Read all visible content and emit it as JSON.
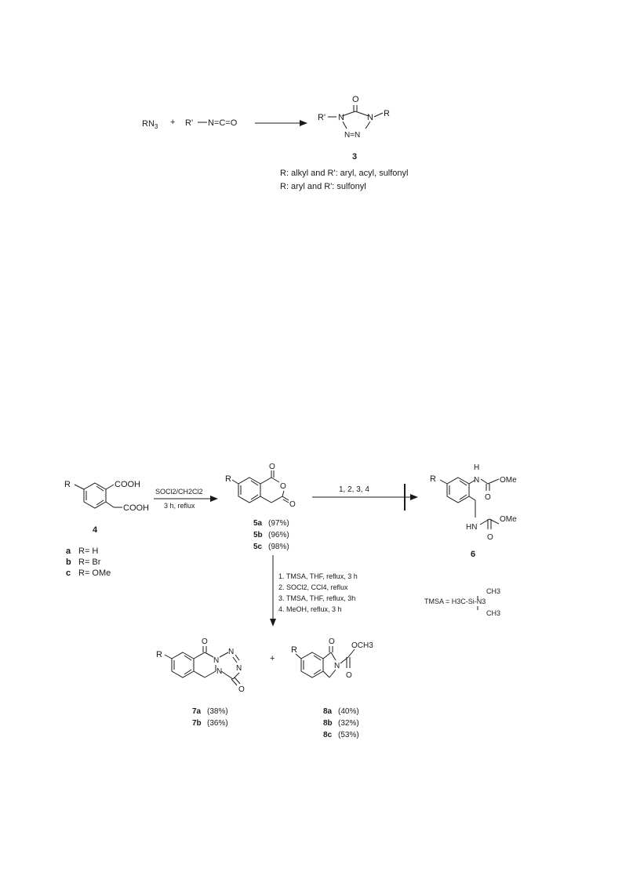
{
  "scheme1": {
    "reactant_azide": "RN",
    "reactant_azide_sub": "3",
    "plus": "+",
    "isocyanate_rprime": "R'",
    "isocyanate_group": "N=C=O",
    "product_O": "O",
    "product_Rprime": "R'",
    "product_N1": "N",
    "product_N4": "N",
    "product_R": "R",
    "product_ring_N": "N=N",
    "product_label": "3",
    "note_line1": "R: alkyl and  R': aryl, acyl, sulfonyl",
    "note_line2": "R: aryl and R': sulfonyl"
  },
  "scheme2": {
    "compound4": {
      "R": "R",
      "cooh_top": "COOH",
      "cooh_bottom": "COOH",
      "label": "4"
    },
    "substituents": [
      {
        "key": "a",
        "value": "R= H"
      },
      {
        "key": "b",
        "value": "R= Br"
      },
      {
        "key": "c",
        "value": "R= OMe"
      }
    ],
    "step1": {
      "reagent": "SOCl2/CH2Cl2",
      "conditions": "3 h, reflux"
    },
    "compound5": {
      "R": "R",
      "O_top": "O",
      "O_ring": "O",
      "O_bottom": "O",
      "yields": [
        {
          "label": "5a",
          "yield": "(97%)"
        },
        {
          "label": "5b",
          "yield": "(96%)"
        },
        {
          "label": "5c",
          "yield": "(98%)"
        }
      ]
    },
    "blocked_arrow_label": "1, 2, 3, 4",
    "compound6": {
      "R": "R",
      "H_top": "H",
      "N_top": "N",
      "OMe_top": "OMe",
      "O_top": "O",
      "HN": "HN",
      "OMe_bottom": "OMe",
      "O_bottom": "O",
      "label": "6"
    },
    "conditions": [
      "1. TMSA, THF, reflux, 3 h",
      "2. SOCl2, CCl4, reflux",
      "3. TMSA, THF, reflux, 3h",
      "4. MeOH, reflux, 3 h"
    ],
    "tmsa_definition": "TMSA = H3C-Si-N3",
    "tmsa_methyl_top": "CH3",
    "tmsa_methyl_bottom": "CH3",
    "compound7": {
      "R": "R",
      "O_top": "O",
      "O_bottom": "O",
      "N_ring": "N",
      "N_a": "N",
      "N_b": "N",
      "N_eq": "N",
      "yields": [
        {
          "label": "7a",
          "yield": "(38%)"
        },
        {
          "label": "7b",
          "yield": "(36%)"
        }
      ]
    },
    "plus": "+",
    "compound8": {
      "R": "R",
      "O_top": "O",
      "O_bottom": "O",
      "N": "N",
      "OCH3": "OCH3",
      "yields": [
        {
          "label": "8a",
          "yield": "(40%)"
        },
        {
          "label": "8b",
          "yield": "(32%)"
        },
        {
          "label": "8c",
          "yield": "(53%)"
        }
      ]
    }
  }
}
